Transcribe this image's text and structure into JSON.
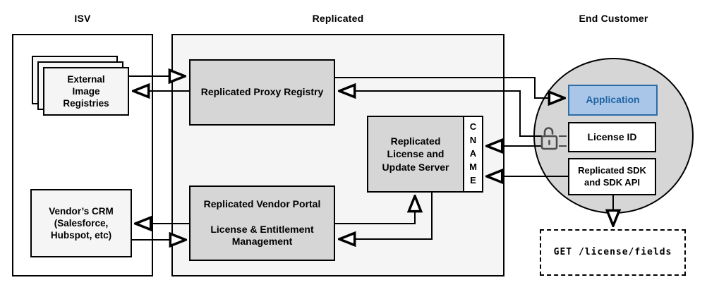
{
  "titles": {
    "isv": "ISV",
    "replicated": "Replicated",
    "end_customer": "End Customer"
  },
  "nodes": {
    "external_registries": "External\nImage\nRegistries",
    "vendors_crm": "Vendor’s CRM\n(Salesforce,\nHubspot, etc)",
    "proxy_registry": "Replicated Proxy Registry",
    "license_update_server": "Replicated\nLicense and\nUpdate Server",
    "cname": "C\nN\nA\nM\nE",
    "vendor_portal": "Replicated Vendor Portal\n\nLicense & Entitlement\nManagement",
    "application": "Application",
    "license_id": "License ID",
    "replicated_sdk": "Replicated SDK\nand SDK API",
    "get_request": "GET /license/fields"
  },
  "icons": {
    "lock": "unlocked-padlock"
  },
  "colors": {
    "section_fill": "#f5f5f5",
    "inner_fill": "#d6d6d6",
    "app_fill": "#a9c6e8",
    "app_border": "#2d6da8",
    "app_text": "#2166a3",
    "line": "#000000",
    "lock_icon": "#4d4d4d"
  },
  "edges": [
    {
      "from": "external-image-registries",
      "to": "replicated-proxy-registry"
    },
    {
      "from": "replicated-proxy-registry",
      "to": "external-image-registries"
    },
    {
      "from": "replicated-proxy-registry",
      "to": "application"
    },
    {
      "from": "license-id",
      "to": "replicated-proxy-registry"
    },
    {
      "from": "license-id",
      "to": "cname"
    },
    {
      "from": "replicated-sdk",
      "to": "cname"
    },
    {
      "from": "vendor-portal",
      "to": "license-update-server"
    },
    {
      "from": "license-update-server",
      "to": "vendor-portal"
    },
    {
      "from": "vendor-portal",
      "to": "vendors-crm"
    },
    {
      "from": "vendors-crm",
      "to": "vendor-portal"
    },
    {
      "from": "replicated-sdk",
      "to": "get-license-fields"
    }
  ]
}
